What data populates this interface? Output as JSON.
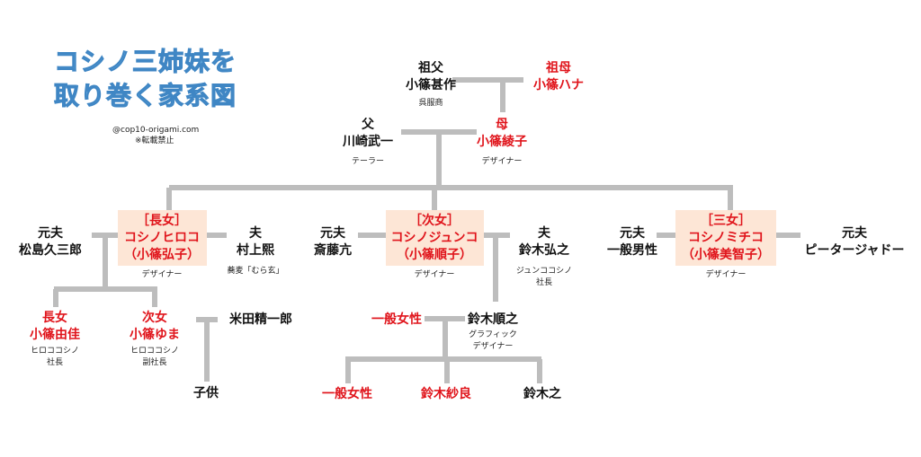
{
  "title": {
    "line1": "コシノ三姉妹を",
    "line2": "取り巻く家系図"
  },
  "credit": {
    "copyright": "@cop10-origami.com",
    "notice": "※転載禁止"
  },
  "colors": {
    "line": "#bdbdbd",
    "highlight": "#fde6d6",
    "female": "#e0141b",
    "title": "#5a9fd6"
  },
  "grandparents": {
    "father": {
      "relation": "祖父",
      "name": "小篠甚作",
      "note": "呉服商"
    },
    "mother": {
      "relation": "祖母",
      "name": "小篠ハナ"
    }
  },
  "parents": {
    "father": {
      "relation": "父",
      "name": "川崎武一",
      "note": "テーラー"
    },
    "mother": {
      "relation": "母",
      "name": "小篠綾子",
      "note": "デザイナー"
    }
  },
  "sisters": [
    {
      "rank": "［長女］",
      "name": "コシノヒロコ",
      "kanji": "（小篠弘子）",
      "note": "デザイナー"
    },
    {
      "rank": "［次女］",
      "name": "コシノジュンコ",
      "kanji": "（小篠順子）",
      "note": "デザイナー"
    },
    {
      "rank": "［三女］",
      "name": "コシノミチコ",
      "kanji": "（小篠美智子）",
      "note": "デザイナー"
    }
  ],
  "spouses": {
    "hiroko_ex": {
      "relation": "元夫",
      "name": "松島久三郎"
    },
    "hiroko_husband": {
      "relation": "夫",
      "name": "村上熙",
      "note": "蕎麦「むら玄」"
    },
    "junko_ex": {
      "relation": "元夫",
      "name": "斎藤亢"
    },
    "junko_husband": {
      "relation": "夫",
      "name": "鈴木弘之",
      "note1": "ジュンココシノ",
      "note2": "社長"
    },
    "michiko_ex1": {
      "relation": "元夫",
      "name": "一般男性"
    },
    "michiko_ex2": {
      "relation": "元夫",
      "name": "ピータージャドー"
    }
  },
  "hiroko_children": [
    {
      "relation": "長女",
      "name": "小篠由佳",
      "note1": "ヒロココシノ",
      "note2": "社長"
    },
    {
      "relation": "次女",
      "name": "小篠ゆま",
      "note1": "ヒロココシノ",
      "note2": "副社長"
    }
  ],
  "yoneda": {
    "name": "米田精一郎",
    "child": "子供"
  },
  "junko_family": {
    "son": {
      "name": "鈴木順之",
      "note1": "グラフィック",
      "note2": "デザイナー"
    },
    "son_partner": "一般女性",
    "grandchildren": [
      "一般女性",
      "鈴木紗良",
      "鈴木之"
    ]
  }
}
